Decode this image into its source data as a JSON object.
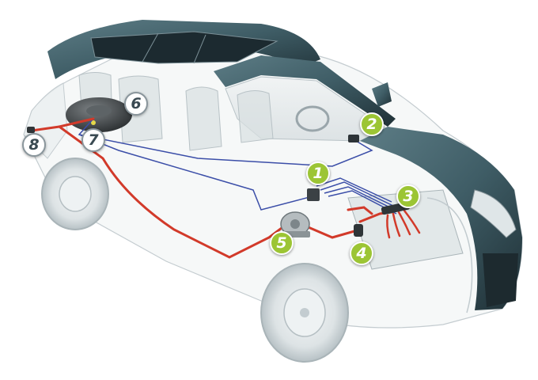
{
  "colors": {
    "body_paint": "#3f5d66",
    "glass": "#dfe5e7",
    "fuel_line": "#d23a2a",
    "wire": "#3b4ea8",
    "badge_green": "#9cc534",
    "badge_white": "#ffffff"
  },
  "markers": [
    {
      "label": "1",
      "style": "green",
      "part": "ecu"
    },
    {
      "label": "2",
      "style": "green",
      "part": "switch"
    },
    {
      "label": "3",
      "style": "green",
      "part": "injector-rail"
    },
    {
      "label": "4",
      "style": "green",
      "part": "gas-filter"
    },
    {
      "label": "5",
      "style": "green",
      "part": "reducer"
    },
    {
      "label": "6",
      "style": "white",
      "part": "tank"
    },
    {
      "label": "7",
      "style": "white",
      "part": "multivalve"
    },
    {
      "label": "8",
      "style": "white",
      "part": "filling-valve"
    }
  ]
}
